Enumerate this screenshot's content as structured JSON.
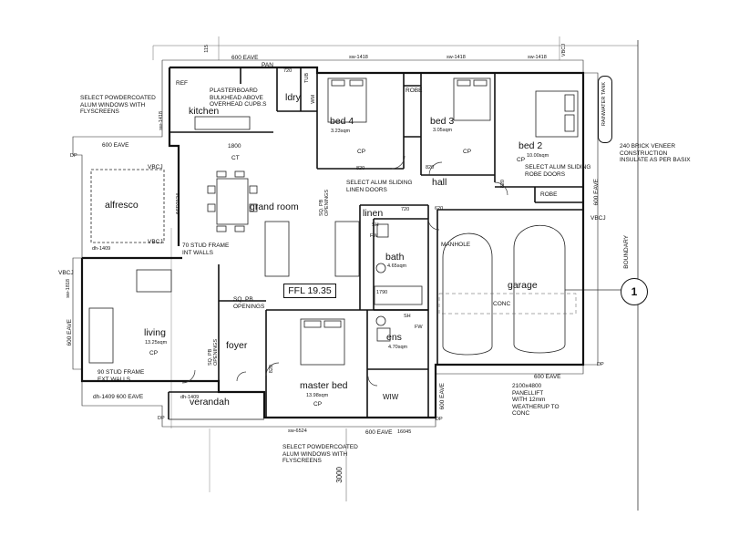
{
  "rooms": {
    "kitchen": "kitchen",
    "ldry": "ldry",
    "bed4": "bed 4",
    "bed4_size": "3.23sqm",
    "bed3": "bed 3",
    "bed3_size": "3.05sqm",
    "bed2": "bed 2",
    "bed2_size": "10.00sqm",
    "hall": "hall",
    "alfresco": "alfresco",
    "grand_room": "grand room",
    "linen": "linen",
    "bath": "bath",
    "bath_size": "4.65sqm",
    "living": "living",
    "living_size": "13.25sqm",
    "foyer": "foyer",
    "master_bed": "master bed",
    "master_bed_size": "13.98sqm",
    "garage": "garage",
    "ens": "ens",
    "ens_size": "4.70sqm",
    "wiw": "WIW",
    "verandah": "verandah",
    "robe_label": "ROBE",
    "cp_label": "CP",
    "ct_label": "CT",
    "conc_label": "CONC",
    "manhole": "MANHOLE",
    "tub": "TUB",
    "ref": "REF",
    "pan": "PAN",
    "wm": "WM",
    "sh": "SH",
    "fw": "FW"
  },
  "dimensions": {
    "d115": "115",
    "eave_top_left": "600 EAVE",
    "sw1418_a": "sw-1418",
    "sw1418_b": "sw-1418",
    "sw1418_c": "sw-1418",
    "vbcj": "VBCJ",
    "d720_ldry": "720",
    "d1800": "1800",
    "d820_a": "820",
    "d820_b": "820",
    "d820_c": "820",
    "d820_d": "820",
    "d720_linen": "720",
    "d1790": "1790",
    "d620": "620",
    "eave_alfresco": "600 EAVE",
    "eave_left": "600 EAVE",
    "eave_bottom_left": "dh-1409 600 EAVE",
    "dh1409": "dh-1409",
    "dh1409_alfresco": "dh-1409",
    "eave_bottom": "600 EAVE",
    "sw6524": "sw-6524",
    "d16045": "16045",
    "eave_garage": "600 EAVE",
    "eave_right": "600 EAVE",
    "eave_garage_side": "600 EAVE",
    "d3000": "3000",
    "sw1418_kitchen": "sw-1418",
    "asd": "ASD2124",
    "dp": "DP",
    "sw1818": "sw-1818"
  },
  "notes": {
    "windows_left": "SELECT POWDERCOATED\nALUM WINDOWS WITH\nFLYSCREENS",
    "plasterboard": "PLASTERBOARD\nBULKHEAD ABOVE\nOVERHEAD CUPB.S",
    "robe_doors": "SELECT ALUM SLIDING\nROBE DOORS",
    "brick_veneer": "240 BRICK VENEER\nCONSTRUCTION\nINSULATE AS PER BASIX",
    "linen_doors": "SELECT ALUM SLIDING\nLINEN DOORS",
    "sq_pb_openings_a": "SQ. PB\nOPENINGS",
    "sq_pb_openings_b": "SQ. PB\nOPENINGS",
    "sq_pb_openings_c": "SQ. PB\nOPENINGS",
    "stud_int": "70 STUD FRAME\nINT WALLS",
    "stud_ext": "90 STUD FRAME\nEXT WALLS",
    "panellift": "2100x4800\nPANELLIFT\nWITH 12mm\nWEATHERUP TO\nCONC",
    "windows_bottom": "SELECT POWDERCOATED\nALUM WINDOWS WITH\nFLYSCREENS",
    "rainwater_tank": "RAINWATER TANK",
    "boundary": "BOUNDARY",
    "ffl": "FFL 19.35",
    "north_marker": "1"
  }
}
